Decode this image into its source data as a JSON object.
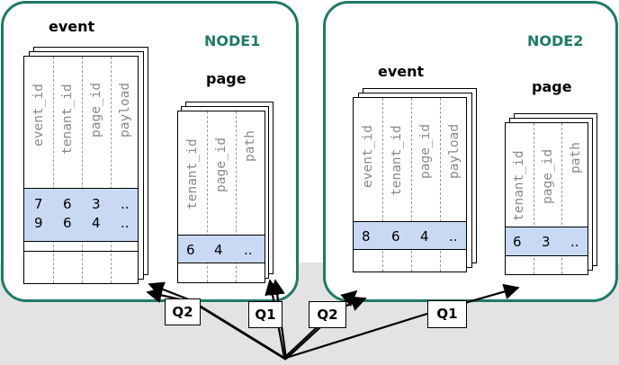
{
  "nodes": [
    {
      "label": "NODE1",
      "tables": [
        {
          "title": "event",
          "columns": [
            "event_id",
            "tenant_id",
            "page_id",
            "payload"
          ],
          "rows": [
            [
              "7",
              "6",
              "3",
              ".."
            ],
            [
              "9",
              "6",
              "4",
              ".."
            ]
          ]
        },
        {
          "title": "page",
          "columns": [
            "tenant_id",
            "page_id",
            "path"
          ],
          "rows": [
            [
              "6",
              "4",
              ".."
            ]
          ]
        }
      ]
    },
    {
      "label": "NODE2",
      "tables": [
        {
          "title": "event",
          "columns": [
            "event_id",
            "tenant_id",
            "page_id",
            "payload"
          ],
          "rows": [
            [
              "8",
              "6",
              "4",
              ".."
            ]
          ]
        },
        {
          "title": "page",
          "columns": [
            "tenant_id",
            "page_id",
            "path"
          ],
          "rows": [
            [
              "6",
              "3",
              ".."
            ]
          ]
        }
      ]
    }
  ],
  "queries": [
    "Q2",
    "Q1",
    "Q2",
    "Q1"
  ],
  "colors": {
    "node_border": "#1f7a68",
    "highlight": "#c9d9f3",
    "ground": "#e3e3e3"
  }
}
